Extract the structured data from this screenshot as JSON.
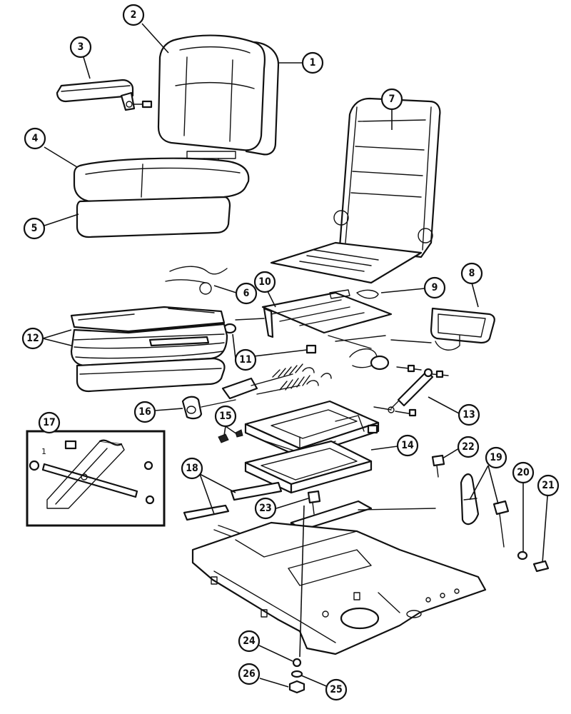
{
  "diagram": {
    "callouts": [
      {
        "id": "1",
        "label": "1"
      },
      {
        "id": "2",
        "label": "2"
      },
      {
        "id": "3",
        "label": "3"
      },
      {
        "id": "4",
        "label": "4"
      },
      {
        "id": "5",
        "label": "5"
      },
      {
        "id": "6",
        "label": "6"
      },
      {
        "id": "7",
        "label": "7"
      },
      {
        "id": "8",
        "label": "8"
      },
      {
        "id": "9",
        "label": "9"
      },
      {
        "id": "10",
        "label": "10"
      },
      {
        "id": "11",
        "label": "11"
      },
      {
        "id": "12",
        "label": "12"
      },
      {
        "id": "13",
        "label": "13"
      },
      {
        "id": "14",
        "label": "14"
      },
      {
        "id": "15",
        "label": "15"
      },
      {
        "id": "16",
        "label": "16"
      },
      {
        "id": "17",
        "label": "17"
      },
      {
        "id": "18",
        "label": "18"
      },
      {
        "id": "19",
        "label": "19"
      },
      {
        "id": "20",
        "label": "20"
      },
      {
        "id": "21",
        "label": "21"
      },
      {
        "id": "22",
        "label": "22"
      },
      {
        "id": "23",
        "label": "23"
      },
      {
        "id": "24",
        "label": "24"
      },
      {
        "id": "25",
        "label": "25"
      },
      {
        "id": "26",
        "label": "26"
      }
    ],
    "inset_label": "1"
  }
}
